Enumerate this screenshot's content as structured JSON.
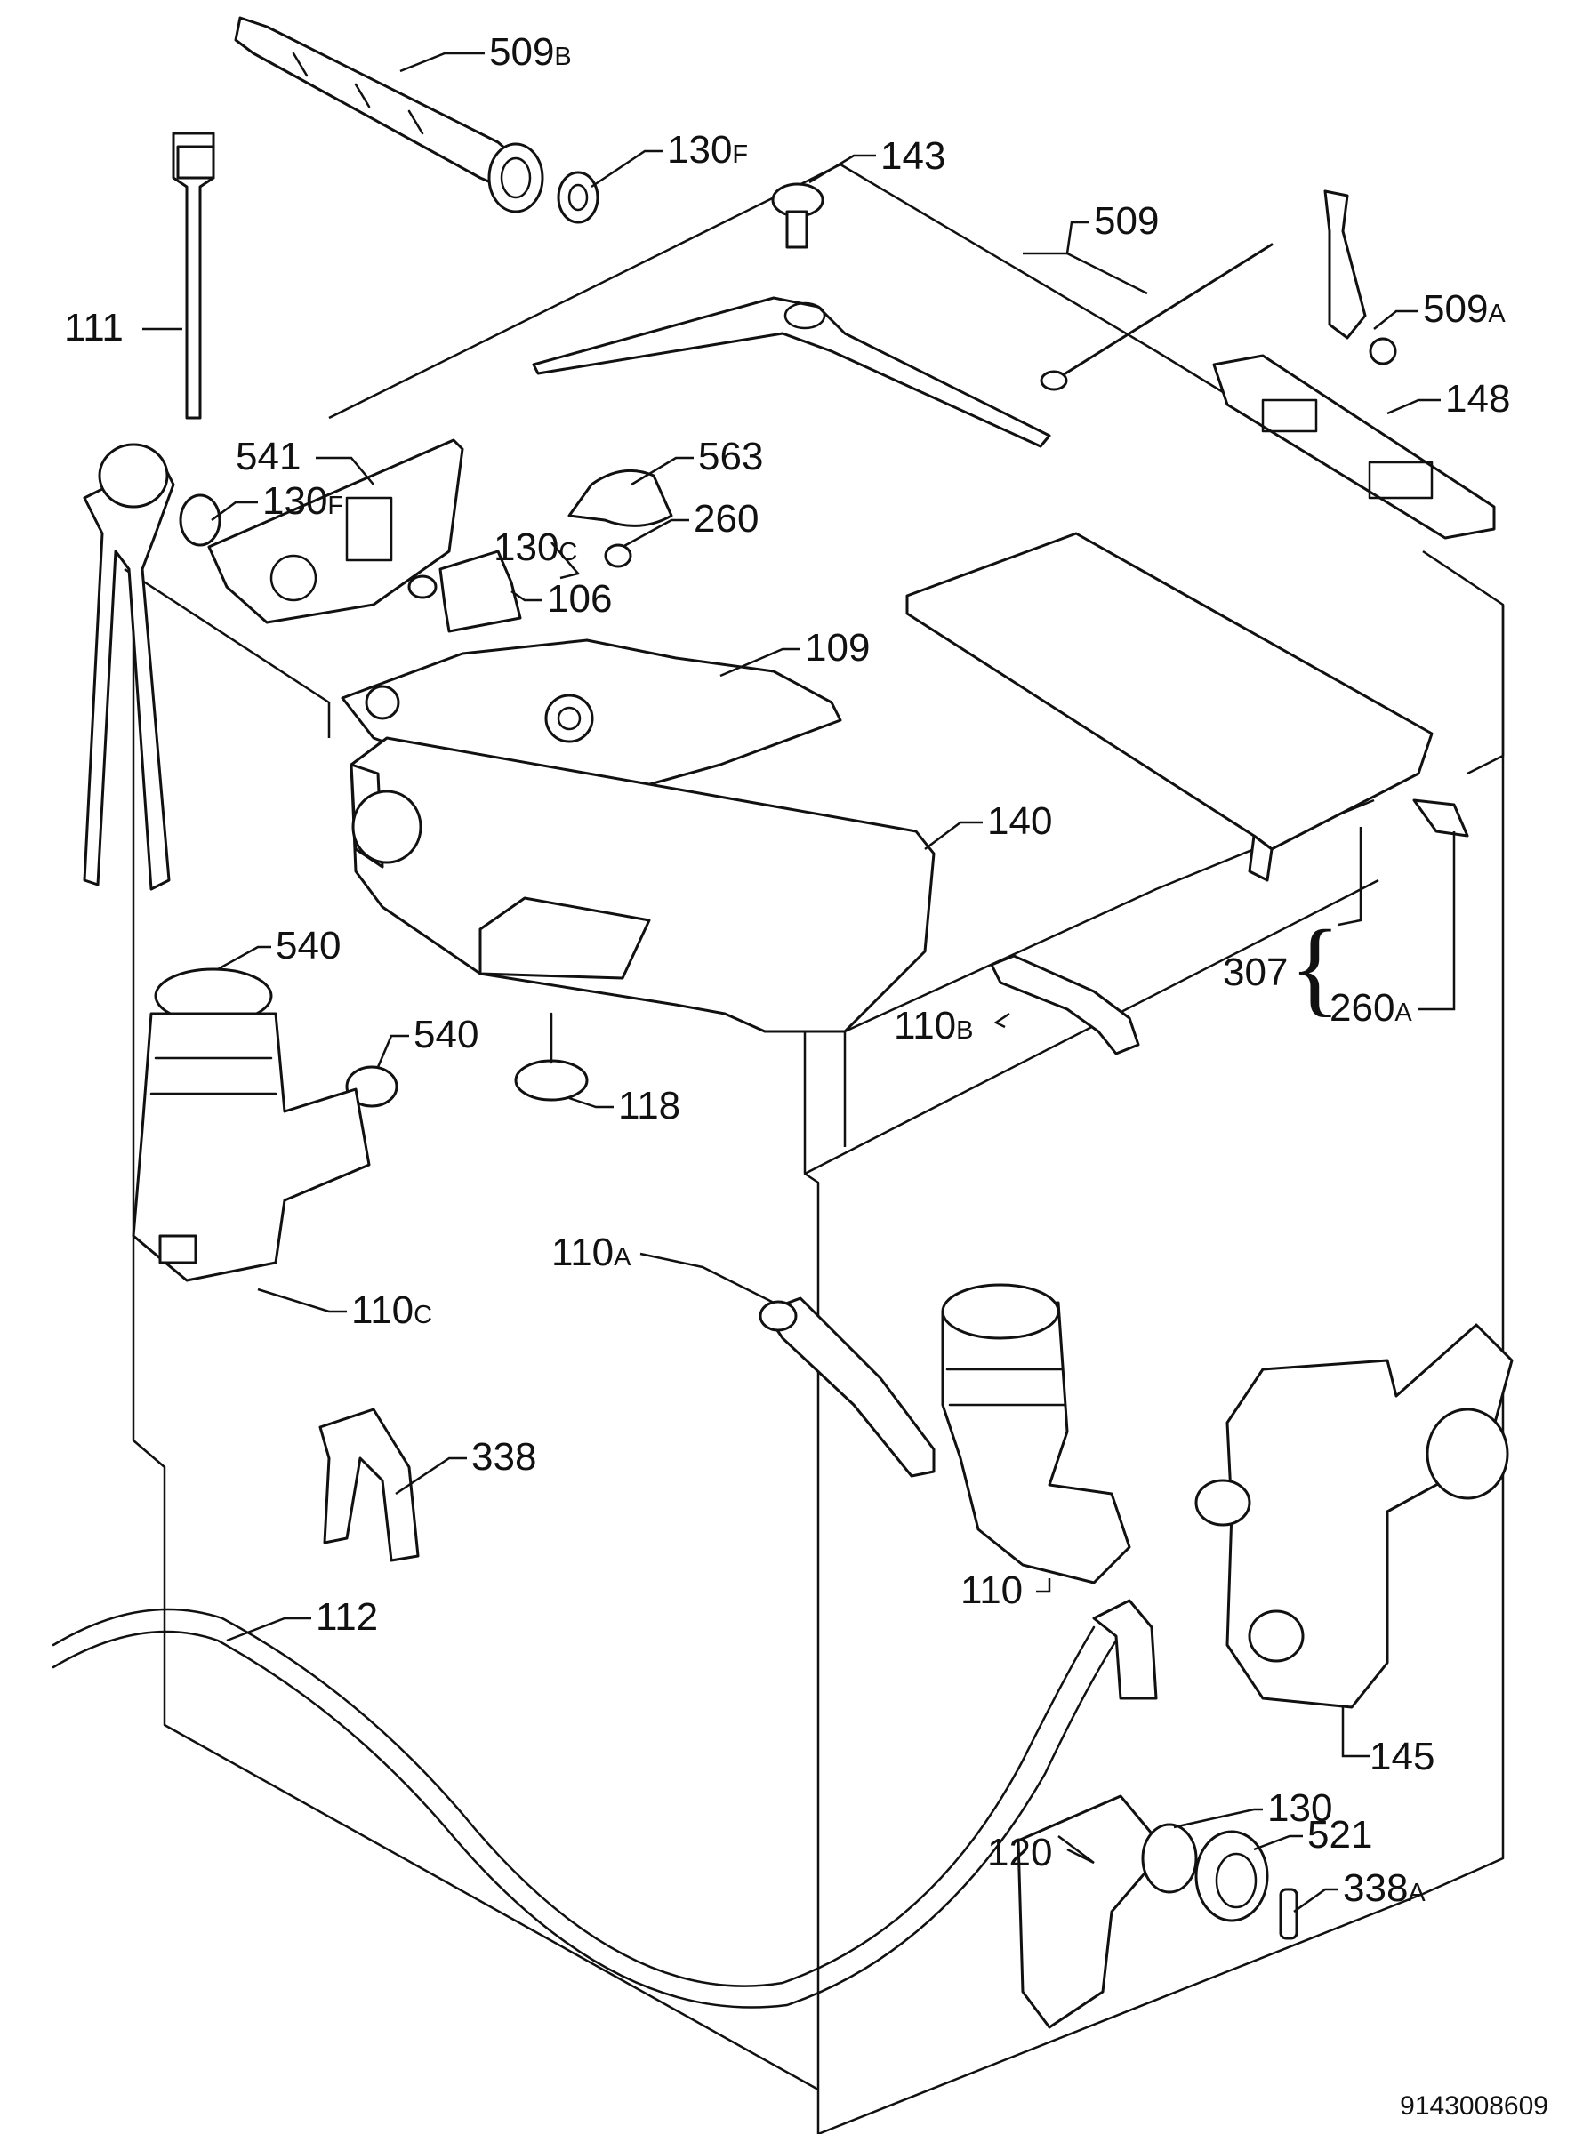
{
  "drawing_code": "9143008609",
  "labels": {
    "p509B": {
      "num": "509",
      "suffix": "B"
    },
    "p130F_top": {
      "num": "130",
      "suffix": "F"
    },
    "p143": {
      "num": "143"
    },
    "p509": {
      "num": "509"
    },
    "p509A": {
      "num": "509",
      "suffix": "A"
    },
    "p111": {
      "num": "111"
    },
    "p148": {
      "num": "148"
    },
    "p541": {
      "num": "541"
    },
    "p130F_mid": {
      "num": "130",
      "suffix": "F"
    },
    "p563": {
      "num": "563"
    },
    "p260": {
      "num": "260"
    },
    "p130C": {
      "num": "130",
      "suffix": "C"
    },
    "p106": {
      "num": "106"
    },
    "p109": {
      "num": "109"
    },
    "p140": {
      "num": "140"
    },
    "p307": {
      "num": "307"
    },
    "p260A": {
      "num": "260",
      "suffix": "A"
    },
    "p540_top": {
      "num": "540"
    },
    "p540_mid": {
      "num": "540"
    },
    "p110B": {
      "num": "110",
      "suffix": "B"
    },
    "p118": {
      "num": "118"
    },
    "p110A": {
      "num": "110",
      "suffix": "A"
    },
    "p110C": {
      "num": "110",
      "suffix": "C"
    },
    "p338": {
      "num": "338"
    },
    "p110": {
      "num": "110"
    },
    "p112": {
      "num": "112"
    },
    "p145": {
      "num": "145"
    },
    "p130": {
      "num": "130"
    },
    "p120": {
      "num": "120"
    },
    "p521": {
      "num": "521"
    },
    "p338A": {
      "num": "338",
      "suffix": "A"
    }
  }
}
